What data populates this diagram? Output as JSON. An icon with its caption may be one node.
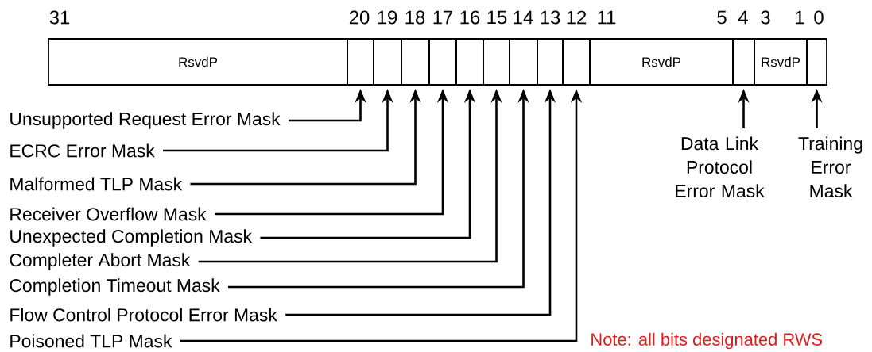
{
  "diagram": {
    "nodes": [
      {
        "text": [
          "RsvdP"
        ]
      },
      {
        "text": [],
        "shape": "box"
      },
      {
        "text": [],
        "shape": "box"
      },
      {
        "text": [],
        "shape": "box"
      },
      {
        "text": [],
        "shape": "box"
      },
      {
        "text": [],
        "shape": "box"
      },
      {
        "text": [],
        "shape": "box"
      },
      {
        "text": [],
        "shape": "box"
      },
      {
        "text": [],
        "shape": "box"
      },
      {
        "text": [],
        "shape": "box"
      },
      {
        "text": [
          "RsvdP"
        ]
      },
      {
        "text": [],
        "shape": "box"
      },
      {
        "text": [
          "RsvdP"
        ]
      },
      {
        "text": [],
        "shape": "box"
      },
      {
        "text": [
          "Unsupported Request Error Mask"
        ]
      },
      {
        "text": [
          "ECRC Error Mask"
        ]
      },
      {
        "text": [
          "Malformed TLP Mask"
        ]
      },
      {
        "text": [
          "Receiver Overflow Mask"
        ]
      },
      {
        "text": [
          "Unexpected Completion Mask"
        ]
      },
      {
        "text": [
          "Completer Abort Mask"
        ]
      },
      {
        "text": [
          "Completion Timeout Mask"
        ]
      },
      {
        "text": [
          "Flow Control Protocol Error Mask"
        ]
      },
      {
        "text": [
          "Poisoned TLP Mask"
        ]
      },
      {
        "text": [
          "Data Link Protocol Error Mask"
        ]
      },
      {
        "text": [
          "Training Error Mask"
        ]
      }
    ],
    "edges": [
      {
        "from": 14,
        "to": 1,
        "arrow": "to"
      },
      {
        "from": 15,
        "to": 2,
        "arrow": "to"
      },
      {
        "from": 16,
        "to": 3,
        "arrow": "to"
      },
      {
        "from": 17,
        "to": 4,
        "arrow": "to"
      },
      {
        "from": 18,
        "to": 5,
        "arrow": "to"
      },
      {
        "from": 19,
        "to": 6,
        "arrow": "to"
      },
      {
        "from": 20,
        "to": 7,
        "arrow": "to"
      },
      {
        "from": 21,
        "to": 8,
        "arrow": "to"
      },
      {
        "from": 22,
        "to": 9,
        "arrow": "to"
      },
      {
        "from": 23,
        "to": 11,
        "arrow": "to"
      },
      {
        "from": 24,
        "to": 13,
        "arrow": "to"
      }
    ],
    "labels": [
      "31",
      "20",
      "19",
      "18",
      "17",
      "16",
      "15",
      "14",
      "13",
      "12",
      "11",
      "5",
      "4",
      "3",
      "1",
      "0",
      "Note: all bits designated RWS"
    ]
  }
}
